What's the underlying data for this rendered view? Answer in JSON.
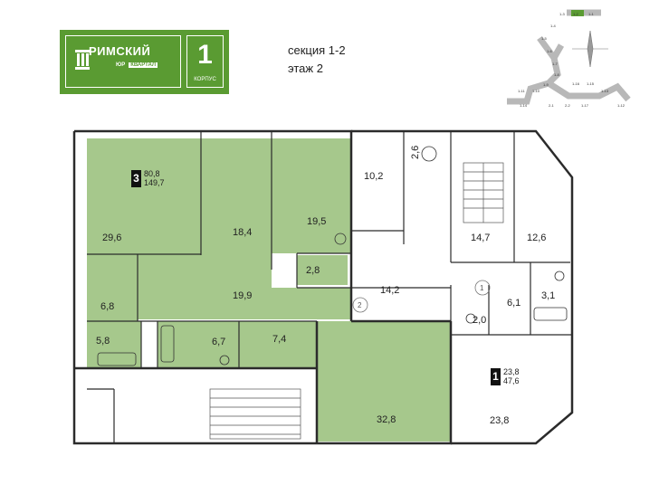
{
  "logo": {
    "brand": "РИМСКИЙ",
    "sub_left": "ЮР",
    "sub_right": "КВАРТАЛ",
    "building_number": "1",
    "building_label": "КОРПУС"
  },
  "header": {
    "section": "секция 1-2",
    "floor": "этаж 2"
  },
  "key_plan": {
    "labels": [
      "1-1",
      "1-2",
      "1-3",
      "1-4",
      "1-5",
      "1-6",
      "1-7",
      "1-8",
      "1-9",
      "1-10",
      "1-11",
      "1-12",
      "1-13",
      "1-14",
      "1-15",
      "1-16",
      "1-17",
      "2-1",
      "2-2"
    ],
    "highlighted": "1-2"
  },
  "apartments": [
    {
      "number": "3",
      "living_area": "80,8",
      "total_area": "149,7"
    },
    {
      "number": "1",
      "living_area": "23,8",
      "total_area": "47,6"
    }
  ],
  "rooms": {
    "r29_6": "29,6",
    "r18_4": "18,4",
    "r19_5": "19,5",
    "r2_8": "2,8",
    "r6_8": "6,8",
    "r19_9": "19,9",
    "r5_8": "5,8",
    "r6_7": "6,7",
    "r7_4": "7,4",
    "r10_2": "10,2",
    "r2_6": "2,6",
    "r14_2": "14,2",
    "r14_7": "14,7",
    "r12_6": "12,6",
    "r6_1": "6,1",
    "r3_1": "3,1",
    "r2_0": "2,0",
    "r32_8": "32,8",
    "r23_8": "23,8"
  },
  "markers": {
    "m2": "2",
    "m1": "1"
  },
  "colors": {
    "brand_green": "#5a9b32",
    "room_fill": "#a6c88c",
    "wall": "#2b2b2b"
  }
}
